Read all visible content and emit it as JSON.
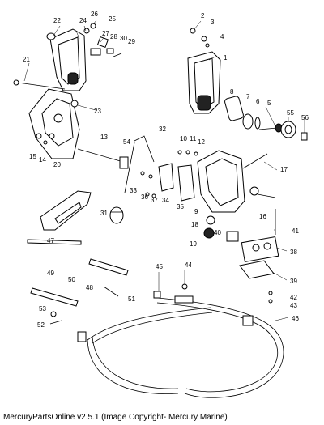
{
  "callouts": [
    "1",
    "2",
    "3",
    "4",
    "5",
    "6",
    "7",
    "8",
    "9",
    "10",
    "11",
    "12",
    "13",
    "14",
    "15",
    "16",
    "17",
    "18",
    "19",
    "20",
    "21",
    "22",
    "23",
    "24",
    "25",
    "26",
    "27",
    "28",
    "29",
    "30",
    "31",
    "32",
    "33",
    "34",
    "35",
    "36",
    "37",
    "38",
    "39",
    "40",
    "41",
    "42",
    "43",
    "44",
    "45",
    "46",
    "47",
    "48",
    "49",
    "50",
    "51",
    "52",
    "53",
    "54",
    "55",
    "56"
  ],
  "footer": "MercuryPartsOnline v2.5.1 (Image Copyright- Mercury Marine)"
}
